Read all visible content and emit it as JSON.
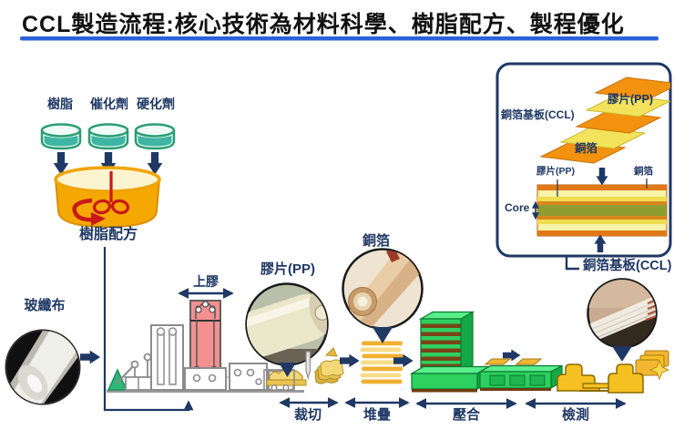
{
  "title": "CCL製造流程:核心技術為材料科學、樹脂配方、製程優化",
  "mixing": {
    "inputs": [
      {
        "label": "樹脂"
      },
      {
        "label": "催化劑"
      },
      {
        "label": "硬化劑"
      }
    ],
    "bowl_label": "樹脂配方"
  },
  "flow": {
    "glass_cloth_label": "玻纖布",
    "coating_label": "上膠",
    "prepreg_label": "膠片(PP)",
    "copper_foil_label": "銅箔",
    "steps": [
      {
        "label": "裁切"
      },
      {
        "label": "堆疊"
      },
      {
        "label": "壓合"
      },
      {
        "label": "檢測"
      }
    ],
    "output_label": "銅箔基板(CCL)"
  },
  "inset": {
    "exploded": {
      "pp_label": "膠片(PP)",
      "ccl_label": "銅箔基板(CCL)",
      "copper_label": "銅箔"
    },
    "cross_section": {
      "pp_label": "膠片(PP)",
      "copper_label": "銅箔",
      "core_label": "Core"
    }
  },
  "colors": {
    "navy": "#1f3864",
    "title_underline": "#2b62d9",
    "bowl_orange": "#f5a800",
    "liquid_teal": "#3fb5a3",
    "oven_red": "#f59090",
    "sheet_orange": "#f2920e",
    "sheet_yellow": "#f2e25c",
    "press_green": "#2ed060",
    "machine_yellow": "#f5c122",
    "core_olive": "#8f9c2f"
  }
}
